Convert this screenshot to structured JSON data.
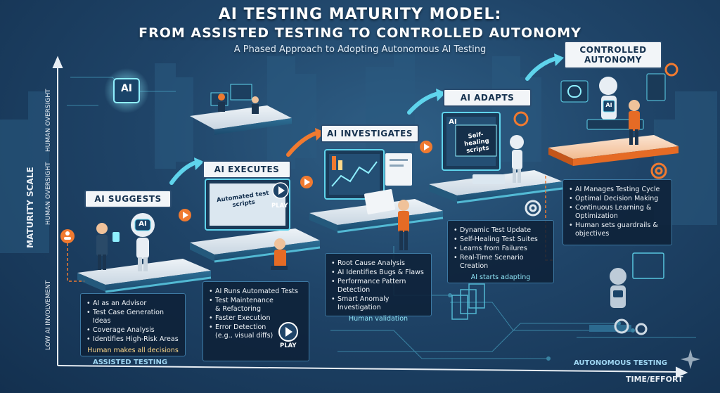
{
  "title": {
    "line1": "AI TESTING MATURITY MODEL:",
    "line2": "FROM ASSISTED TESTING TO CONTROLLED AUTONOMY",
    "subtitle": "A Phased Approach to Adopting Autonomous AI Testing"
  },
  "axes": {
    "y_label": "MATURITY SCALE",
    "y_low": "LOW AI INVOLVEMENT",
    "y_mid": "HUMAN OVERSIGHT",
    "y_high": "HUMAN OVERSIGHT",
    "x_label": "TIME/EFFORT",
    "start_label": "ASSISTED TESTING",
    "end_label": "AUTONOMOUS TESTING"
  },
  "stages": [
    {
      "label": "AI SUGGESTS",
      "items": [
        "AI as an Advisor",
        "Test Case Generation Ideas",
        "Coverage Analysis",
        "Identifies High-Risk Areas"
      ],
      "footer": "Human makes all decisions"
    },
    {
      "label": "AI EXECUTES",
      "screen_text": "Automated test scripts",
      "play_label": "PLAY",
      "items": [
        "AI Runs Automated Tests",
        "Test Maintenance & Refactoring",
        "Faster Execution",
        "Error Detection (e.g., visual diffs)"
      ],
      "play_label_2": "PLAY"
    },
    {
      "label": "AI INVESTIGATES",
      "items": [
        "Root Cause Analysis",
        "AI Identifies Bugs & Flaws",
        "Performance Pattern Detection",
        "Smart Anomaly Investigation"
      ],
      "footer": "Human validation"
    },
    {
      "label": "AI ADAPTS",
      "screen_text": "Self-healing scripts",
      "screen_ai": "AI",
      "items": [
        "Dynamic Test Update",
        "Self-Healing Test Suites",
        "Learns from Failures",
        "Real-Time Scenario Creation"
      ],
      "footer": "AI starts adapting"
    },
    {
      "label": "CONTROLLED AUTONOMY",
      "items": [
        "AI Manages Testing Cycle",
        "Optimal Decision Making",
        "Continuous Learning & Optimization",
        "Human sets guardrails & objectives"
      ]
    }
  ],
  "icons": {
    "ai_chip": "AI",
    "robot_badge": "AI",
    "robot_badge_5": "AI"
  },
  "colors": {
    "accent_orange": "#f07a30",
    "accent_cyan": "#5fd4ec",
    "label_bg": "#f2f5f8",
    "label_text": "#16324f",
    "footer_yellow": "#ffd98a"
  }
}
